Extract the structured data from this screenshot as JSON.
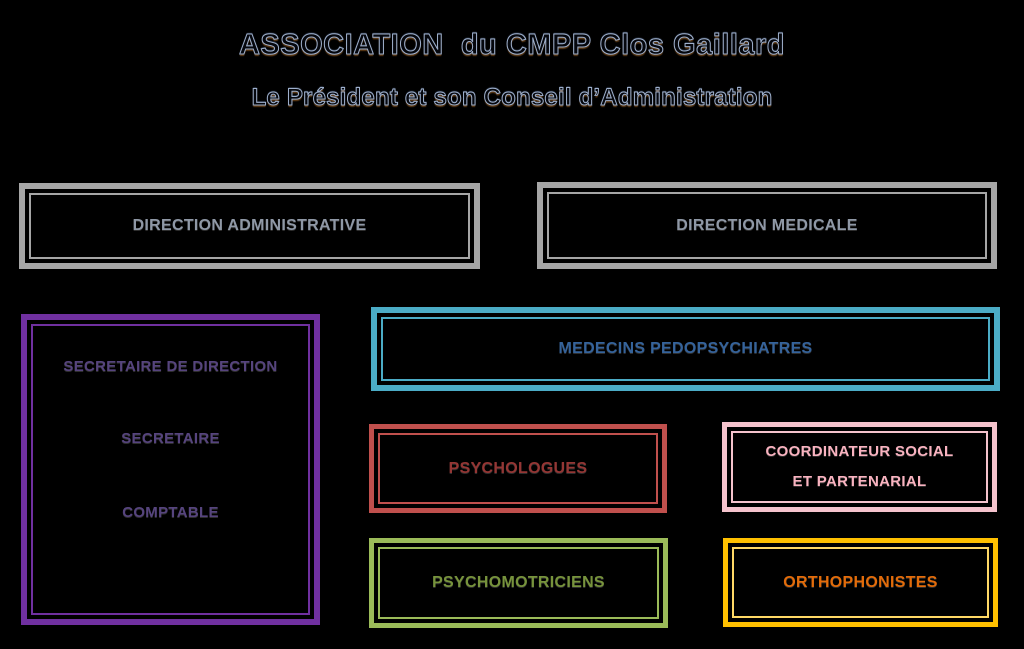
{
  "page": {
    "background_color": "#000000"
  },
  "header": {
    "title": "ASSOCIATION  du CMPP Clos Gaillard",
    "subtitle": "Le Président et son Conseil d’Administration",
    "title_fill_color": "#05070D",
    "title_outline_color": "#9FB0CC"
  },
  "org_chart": {
    "boxes": {
      "direction_administrative": {
        "label": "DIRECTION ADMINISTRATIVE",
        "border_color": "#A6A6A6",
        "text_color": "#8F98A6"
      },
      "direction_medicale": {
        "label": "DIRECTION MEDICALE",
        "border_color": "#A6A6A6",
        "text_color": "#8F98A6"
      },
      "secretariat": {
        "line1": "SECRETAIRE DE DIRECTION",
        "line2": "SECRETAIRE",
        "line3": "COMPTABLE",
        "border_color": "#7030A0",
        "text_color": "#56447E"
      },
      "medecins_pedopsychiatres": {
        "label": "MEDECINS PEDOPSYCHIATRES",
        "border_color": "#4BACC6",
        "text_color": "#35639B"
      },
      "psychologues": {
        "label": "PSYCHOLOGUES",
        "border_color": "#C0504D",
        "text_color": "#943634"
      },
      "coordinateur_social": {
        "line1": "COORDINATEUR SOCIAL",
        "line2": "ET PARTENARIAL",
        "border_color": "#F5C3CD",
        "text_color": "#F9B3C0"
      },
      "psychomotriciens": {
        "label": "PSYCHOMOTRICIENS",
        "border_color": "#9BBB59",
        "text_color": "#77933C"
      },
      "orthophonistes": {
        "label": "ORTHOPHONISTES",
        "border_color": "#FFC000",
        "inner_border_color": "#FFD966",
        "text_color": "#E36C0A"
      }
    }
  }
}
